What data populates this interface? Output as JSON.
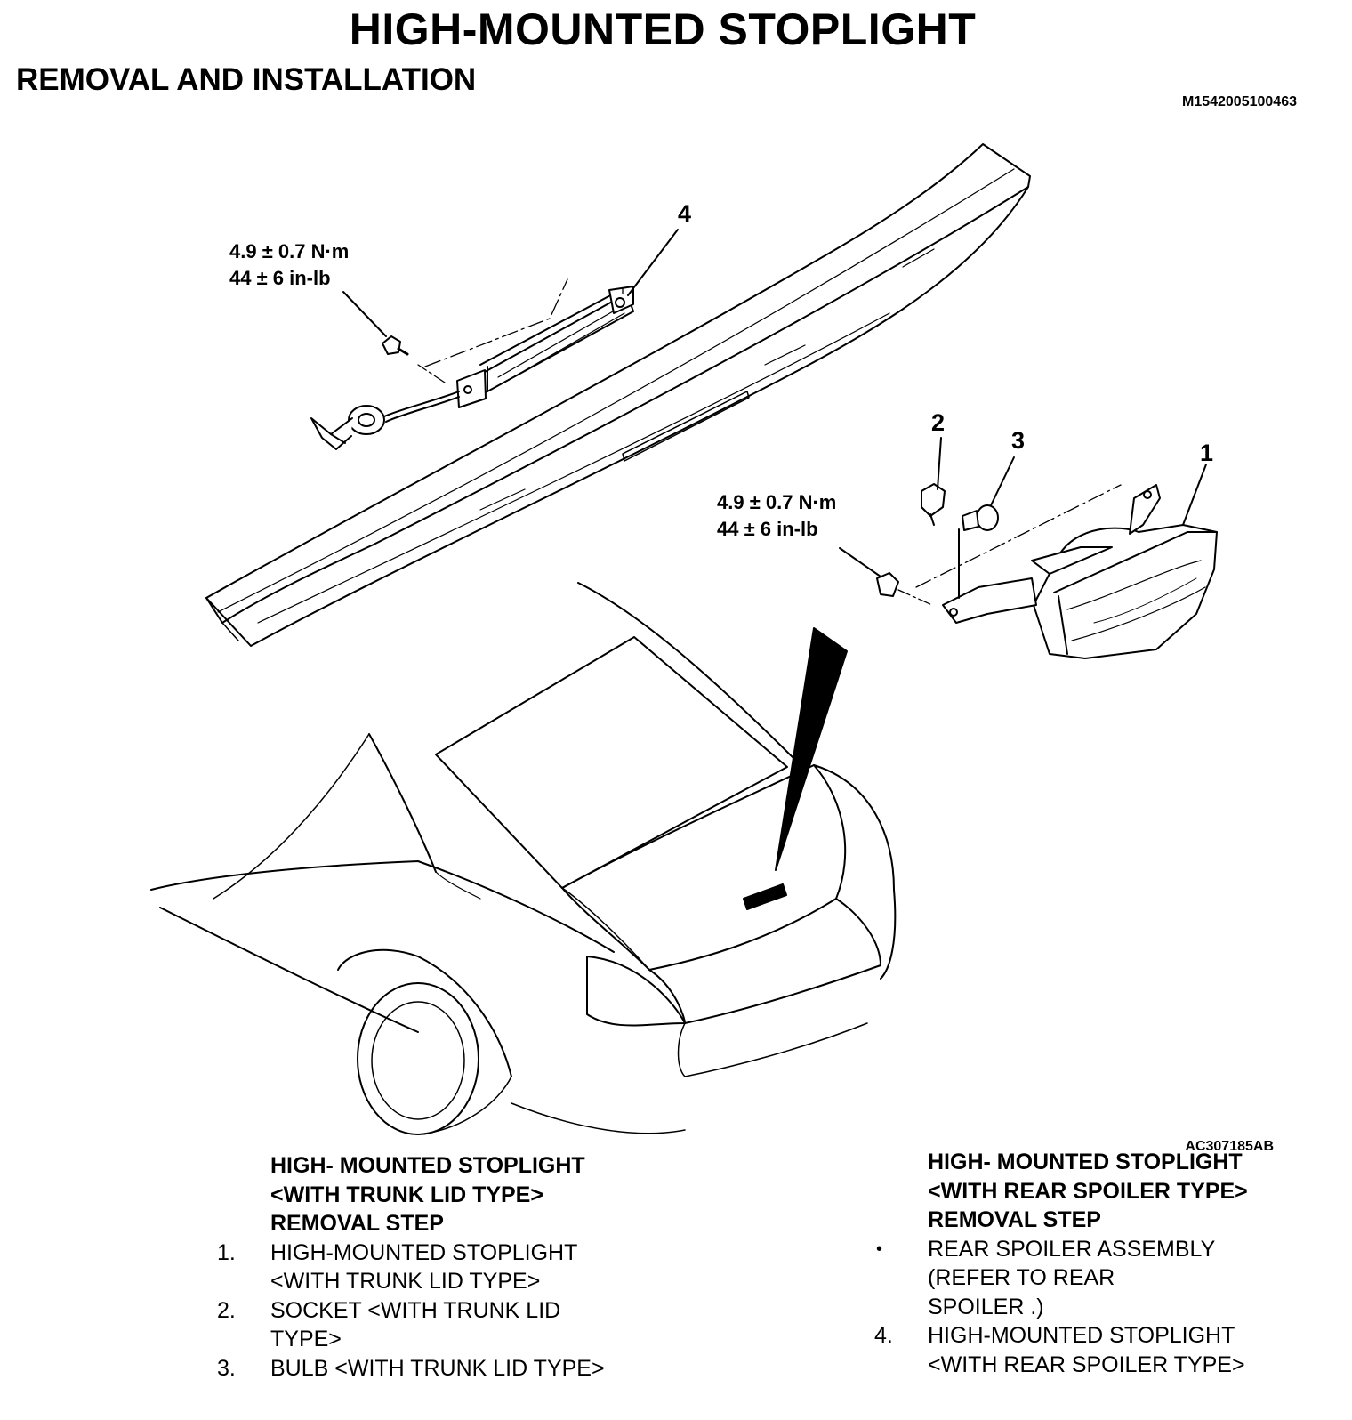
{
  "header": {
    "title": "HIGH-MOUNTED STOPLIGHT",
    "subtitle": "REMOVAL AND INSTALLATION",
    "doc_id": "M1542005100463"
  },
  "figure": {
    "figure_id": "AC307185AB",
    "callouts": {
      "c1": "1",
      "c2": "2",
      "c3": "3",
      "c4": "4"
    },
    "torque_spoiler": {
      "line1": "4.9 ± 0.7 N·m",
      "line2": "44 ± 6 in-lb"
    },
    "torque_trunk": {
      "line1": "4.9 ± 0.7 N·m",
      "line2": "44 ± 6 in-lb"
    }
  },
  "left_section": {
    "heading": [
      "HIGH- MOUNTED STOPLIGHT",
      "<WITH TRUNK LID TYPE>",
      "REMOVAL STEP"
    ],
    "steps": [
      {
        "num": "1.",
        "lines": [
          "HIGH-MOUNTED STOPLIGHT",
          "<WITH TRUNK LID TYPE>"
        ]
      },
      {
        "num": "2.",
        "lines": [
          "SOCKET <WITH TRUNK LID",
          "TYPE>"
        ]
      },
      {
        "num": "3.",
        "lines": [
          "BULB <WITH TRUNK LID TYPE>"
        ]
      }
    ]
  },
  "right_section": {
    "heading": [
      "HIGH- MOUNTED STOPLIGHT",
      "<WITH REAR SPOILER TYPE>",
      "REMOVAL STEP"
    ],
    "steps": [
      {
        "num": "•",
        "lines": [
          "REAR SPOILER ASSEMBLY",
          "(REFER TO REAR",
          "SPOILER .)"
        ]
      },
      {
        "num": "4.",
        "lines": [
          "HIGH-MOUNTED STOPLIGHT",
          "<WITH REAR SPOILER TYPE>"
        ]
      }
    ]
  }
}
